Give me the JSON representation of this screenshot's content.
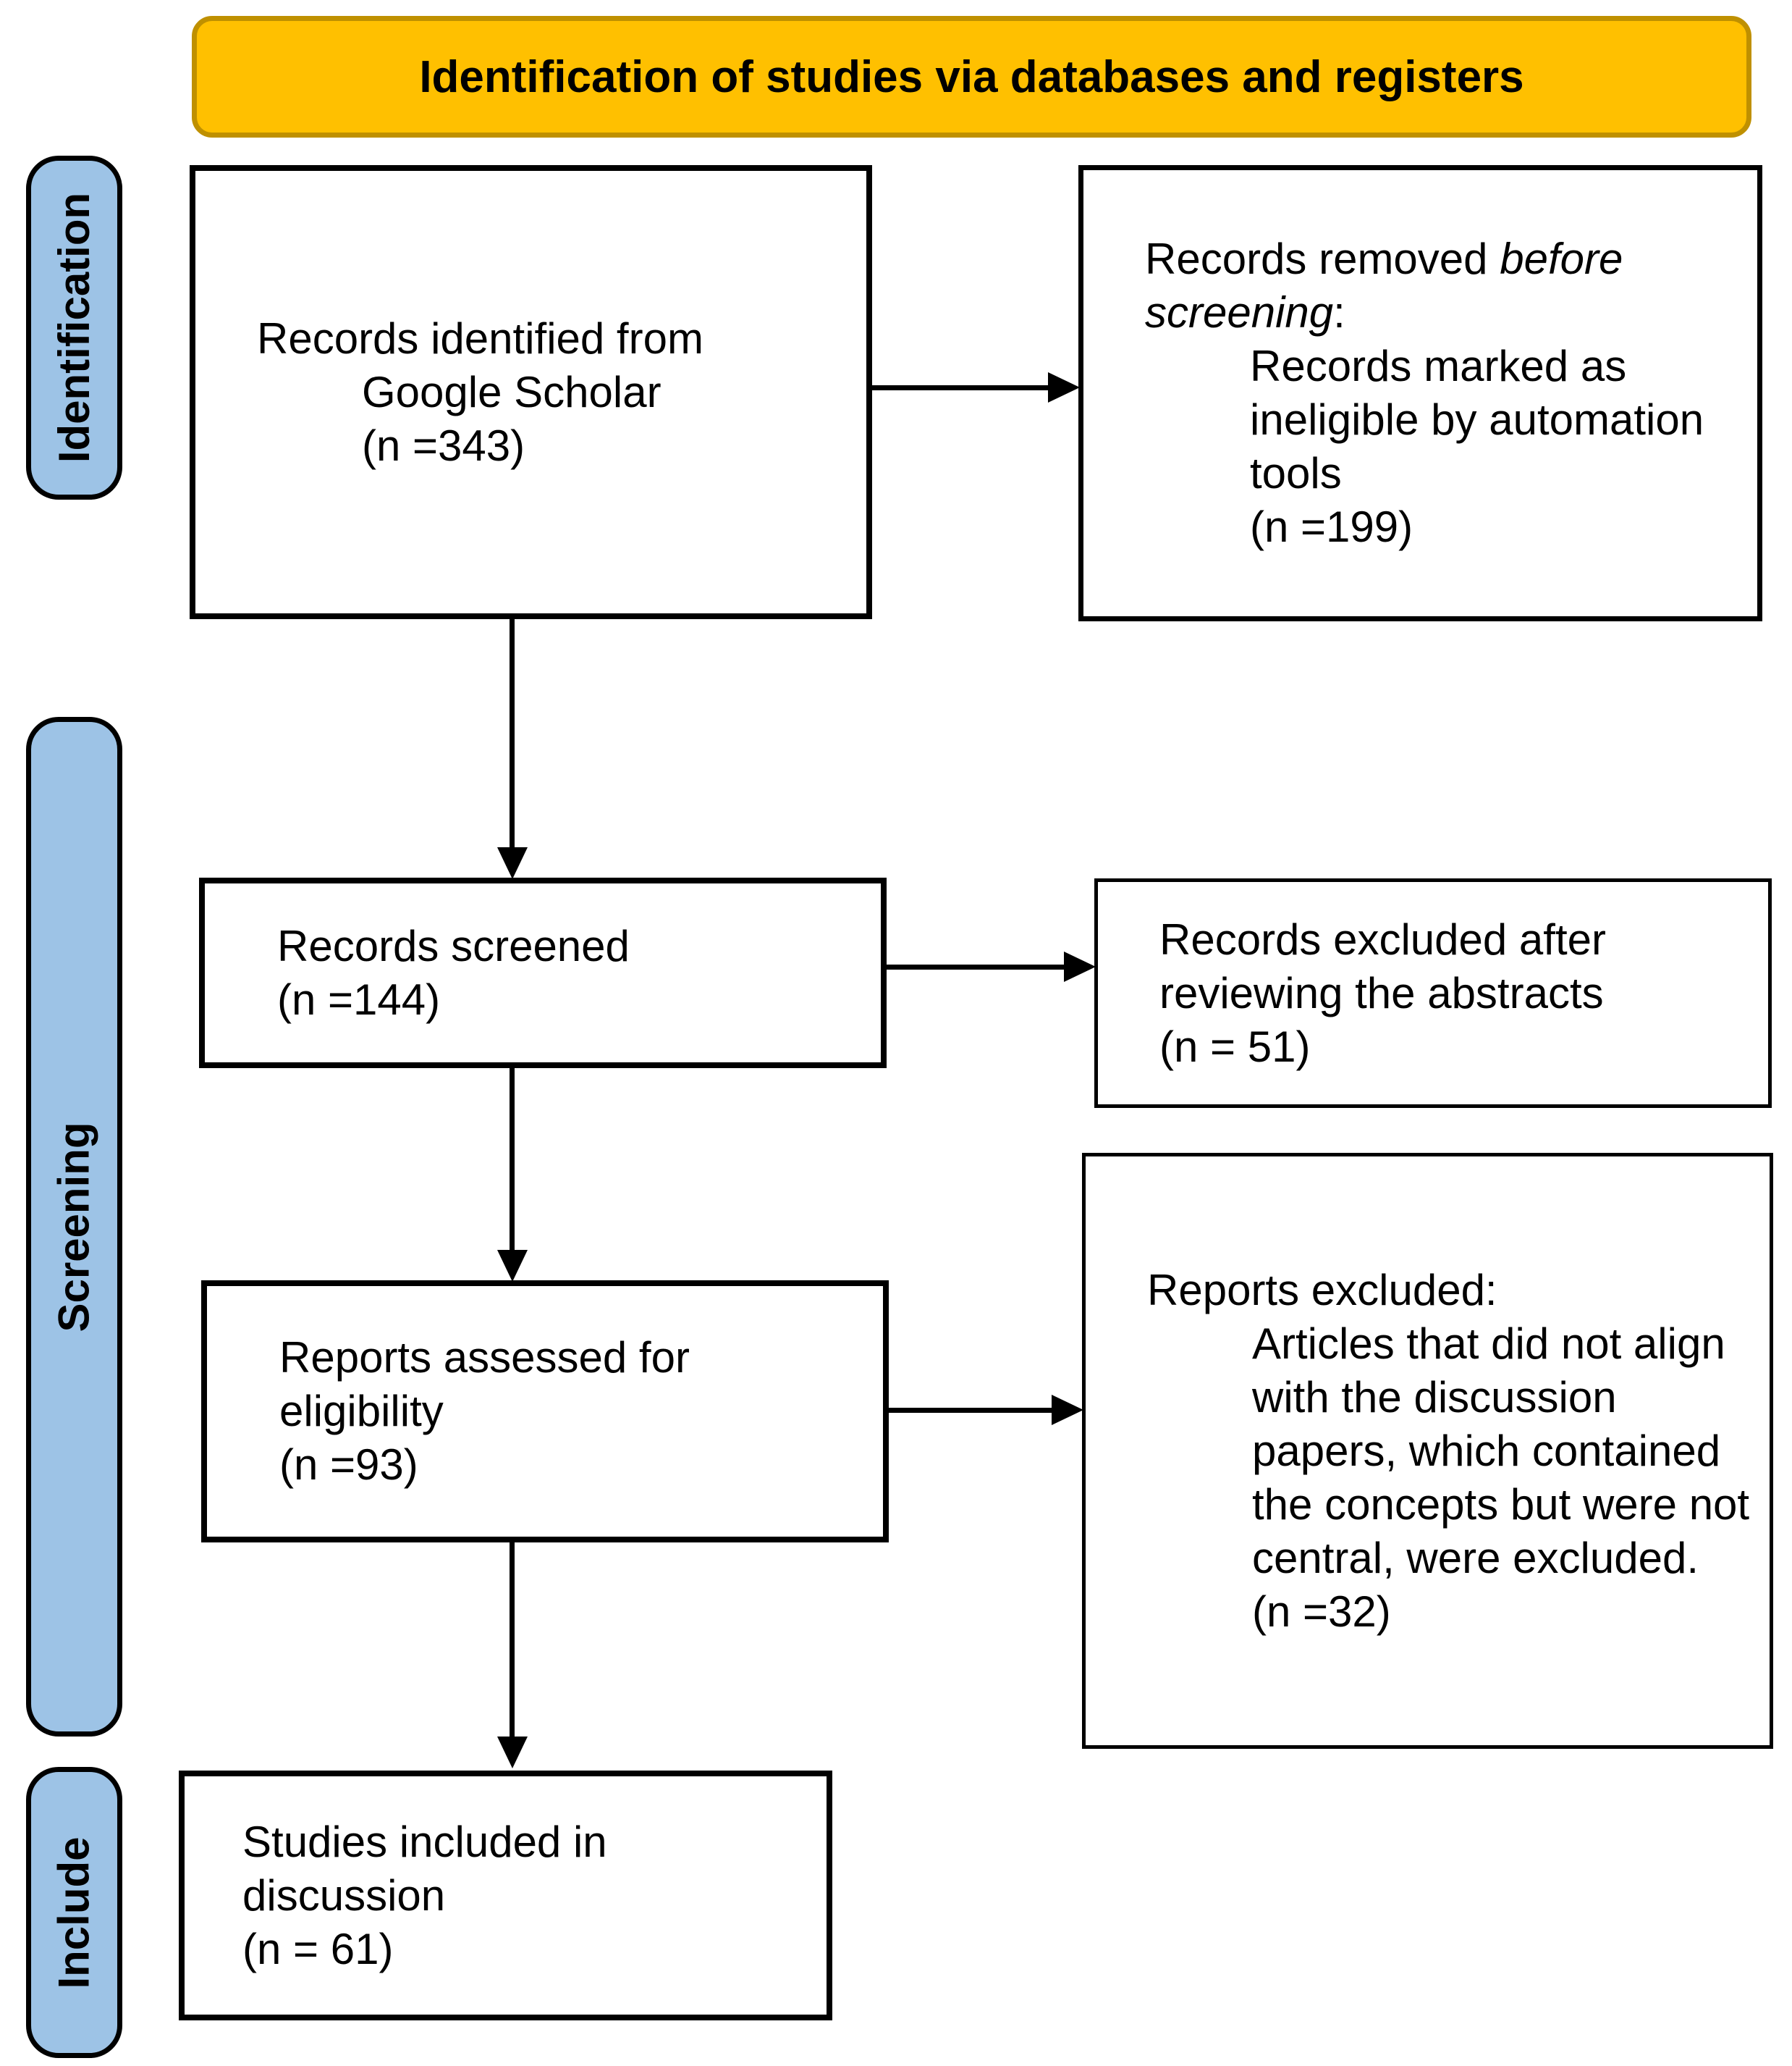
{
  "banner": {
    "title": "Identification of studies via databases and registers",
    "fill_color": "#FFC000",
    "border_color": "#BF9000"
  },
  "side_labels": [
    {
      "label": "Identification"
    },
    {
      "label": "Screening"
    },
    {
      "label": "Include"
    }
  ],
  "side_label_fill_color": "#9DC3E6",
  "flow": {
    "identified": {
      "lines": [
        "Records identified from",
        "Google Scholar",
        "(n =343)"
      ]
    },
    "removed": {
      "intro_regular": "Records removed ",
      "intro_italic1": "before",
      "intro_italic2": "screening",
      "intro_colon": ":",
      "details": [
        "Records marked as",
        "ineligible by automation",
        "tools",
        "(n =199)"
      ]
    },
    "screened": {
      "lines": [
        "Records screened",
        "(n =144)"
      ]
    },
    "excluded_abstracts": {
      "lines": [
        "Records excluded after",
        "reviewing the abstracts",
        "(n = 51)"
      ]
    },
    "assessed": {
      "lines": [
        "Reports assessed for",
        "eligibility",
        "(n =93)"
      ]
    },
    "reports_excluded": {
      "intro": "Reports excluded:",
      "details": [
        "Articles that did not align",
        "with the discussion",
        "papers, which contained",
        "the concepts but were not",
        "central, were excluded.",
        "(n =32)"
      ]
    },
    "included": {
      "lines": [
        "Studies included in",
        "discussion",
        "(n = 61)"
      ]
    }
  }
}
